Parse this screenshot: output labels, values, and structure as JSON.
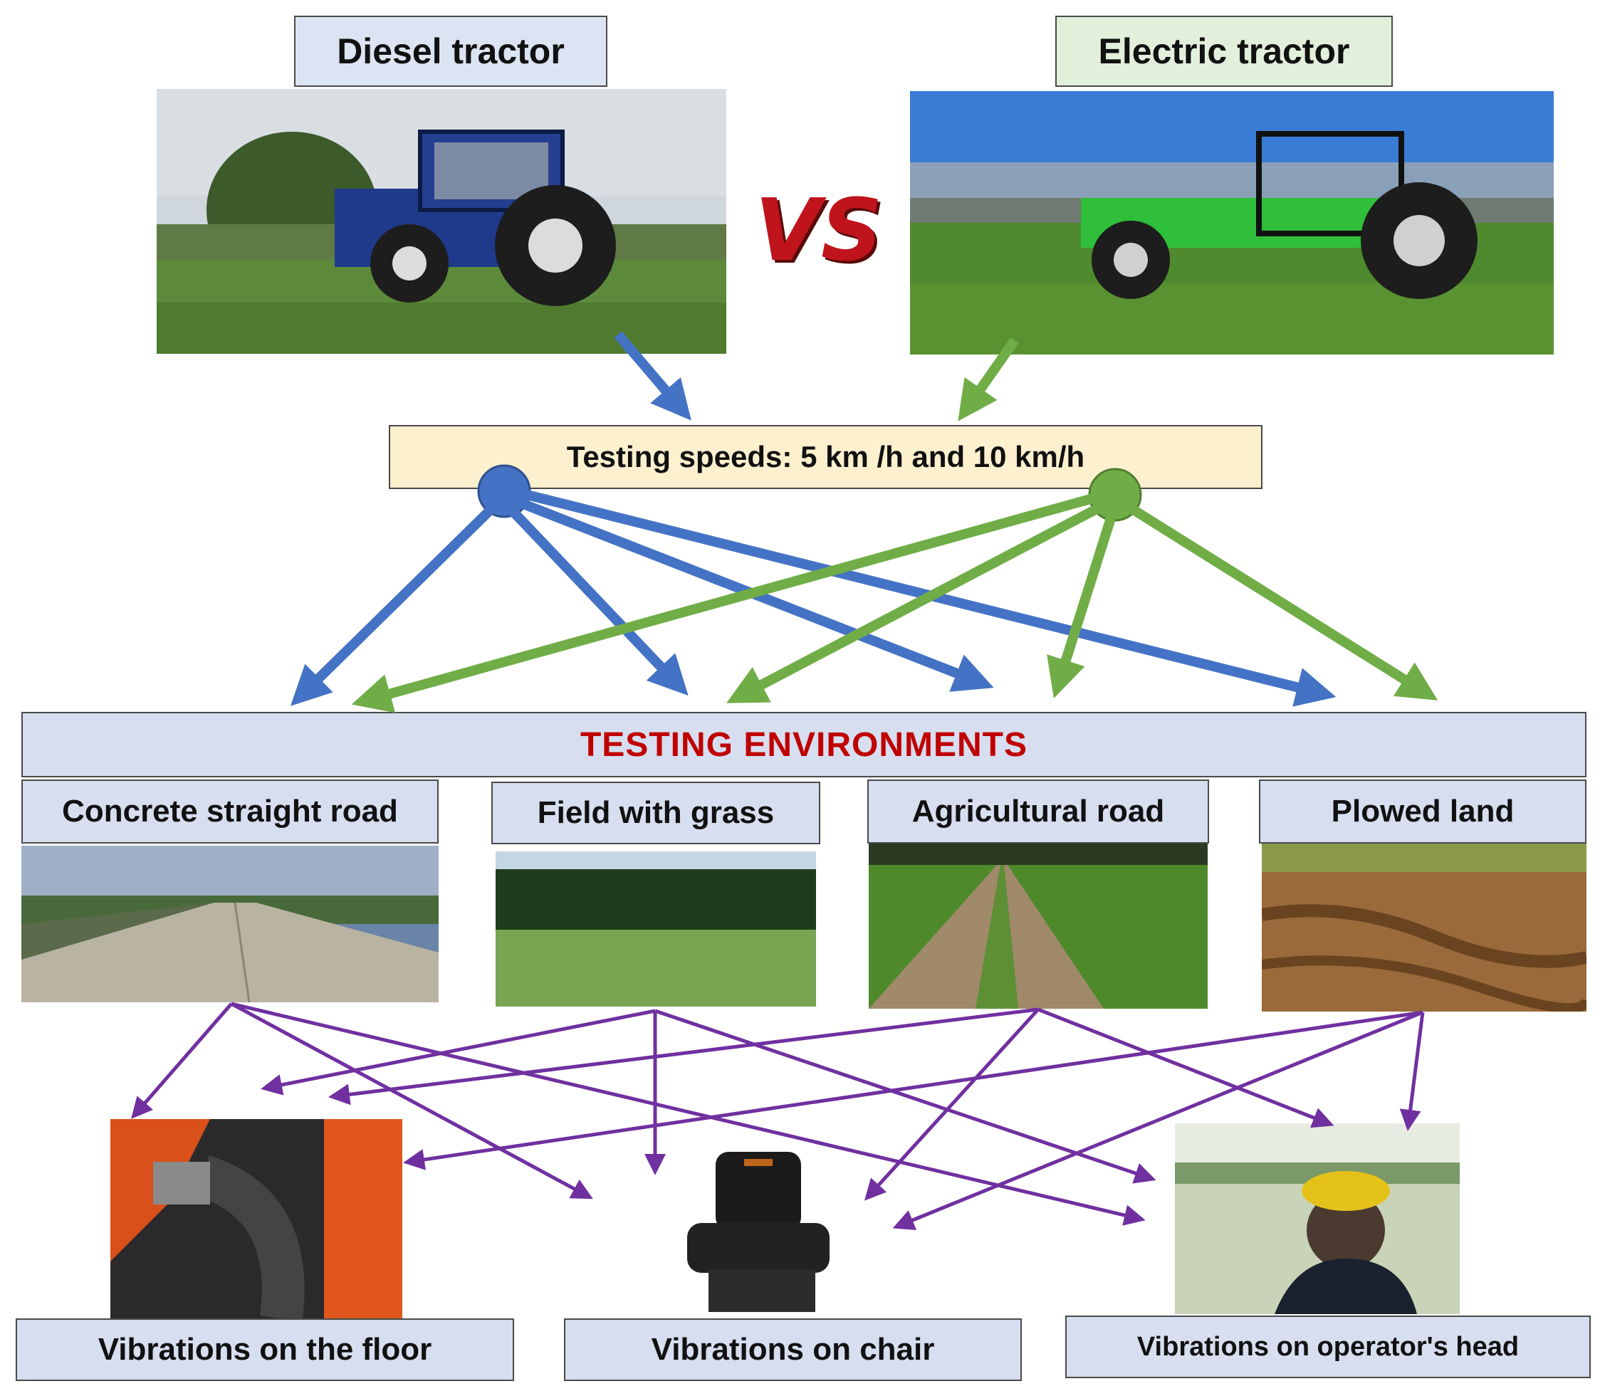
{
  "tractors": {
    "diesel_label": "Diesel tractor",
    "electric_label": "Electric tractor",
    "vs_text": "VS",
    "diesel_color": "#4472c4",
    "electric_color": "#70ad47"
  },
  "speeds": {
    "label": "Testing speeds: 5 km /h and 10 km/h"
  },
  "environments": {
    "header": "TESTING ENVIRONMENTS",
    "header_color": "#c00000",
    "items": [
      {
        "label": "Concrete straight road"
      },
      {
        "label": "Field with grass"
      },
      {
        "label": "Agricultural road"
      },
      {
        "label": "Plowed land"
      }
    ]
  },
  "vibrations": {
    "arrow_color": "#7030a0",
    "items": [
      {
        "label": "Vibrations on the floor"
      },
      {
        "label": "Vibrations on chair"
      },
      {
        "label": "Vibrations on operator's head"
      }
    ]
  }
}
